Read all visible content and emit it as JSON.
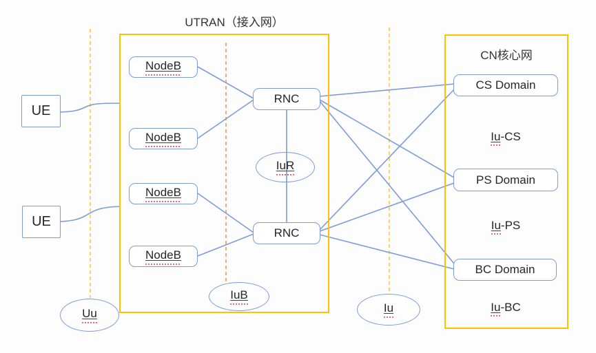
{
  "title": "UTRAN（接入网）",
  "ue_nodes": [
    {
      "label": "UE"
    },
    {
      "label": "UE"
    }
  ],
  "utran": {
    "nodebs": [
      "NodeB",
      "NodeB",
      "NodeB",
      "NodeB"
    ],
    "rncs": [
      "RNC",
      "RNC"
    ]
  },
  "cn": {
    "title": "CN核心网",
    "domains": [
      {
        "label": "CS Domain",
        "iface_prefix": "Iu",
        "iface_suffix": "-CS"
      },
      {
        "label": "PS Domain",
        "iface_prefix": "Iu",
        "iface_suffix": "-PS"
      },
      {
        "label": "BC Domain",
        "iface_prefix": "Iu",
        "iface_suffix": "-BC"
      }
    ]
  },
  "interfaces": {
    "uu": "Uu",
    "iub": "IuB",
    "iur": "IuR",
    "iu": "Iu"
  },
  "colors": {
    "frame_yellow": "#FFC000",
    "line_blue": "#7C9BD6",
    "dashed_gold": "#FFC846",
    "dashed_orange": "#F0A060",
    "squiggle_red": "#E95B5B"
  }
}
